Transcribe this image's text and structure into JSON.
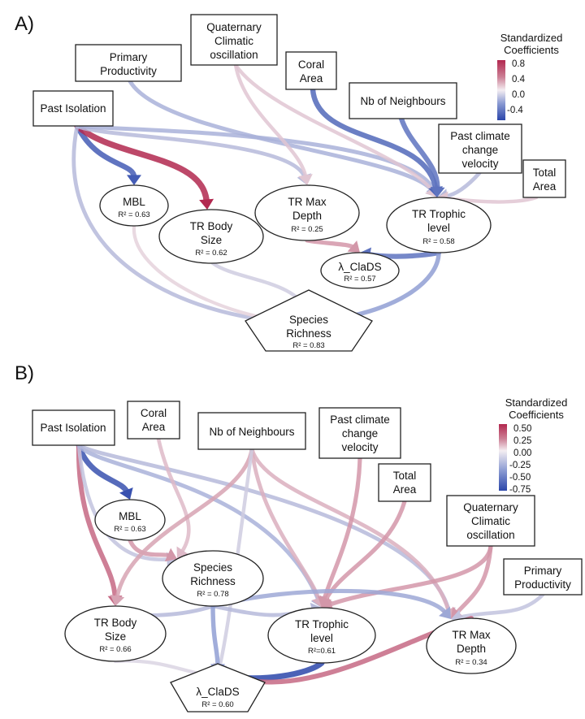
{
  "panels": [
    {
      "id": "A",
      "label": "A)",
      "legend": {
        "title": [
          "Standardized",
          "Coefficients"
        ],
        "ticks": [
          "0.8",
          "0.4",
          "0.0",
          "-0.4"
        ]
      },
      "nodes": [
        {
          "id": "PI",
          "shape": "box",
          "lines": [
            "Past Isolation"
          ],
          "r2": ""
        },
        {
          "id": "PP",
          "shape": "box",
          "lines": [
            "Primary",
            "Productivity"
          ],
          "r2": ""
        },
        {
          "id": "QC",
          "shape": "box",
          "lines": [
            "Quaternary",
            "Climatic",
            "oscillation"
          ],
          "r2": ""
        },
        {
          "id": "CA",
          "shape": "box",
          "lines": [
            "Coral",
            "Area"
          ],
          "r2": ""
        },
        {
          "id": "NN",
          "shape": "box",
          "lines": [
            "Nb of Neighbours"
          ],
          "r2": ""
        },
        {
          "id": "PC",
          "shape": "box",
          "lines": [
            "Past climate",
            "change",
            "velocity"
          ],
          "r2": ""
        },
        {
          "id": "TA",
          "shape": "box",
          "lines": [
            "Total",
            "Area"
          ],
          "r2": ""
        },
        {
          "id": "MBL",
          "shape": "ellipse",
          "lines": [
            "MBL"
          ],
          "r2": "R² = 0.63"
        },
        {
          "id": "BS",
          "shape": "ellipse",
          "lines": [
            "TR Body",
            "Size"
          ],
          "r2": "R² = 0.62"
        },
        {
          "id": "MD",
          "shape": "ellipse",
          "lines": [
            "TR Max",
            "Depth"
          ],
          "r2": "R² = 0.25"
        },
        {
          "id": "TL",
          "shape": "ellipse",
          "lines": [
            "TR Trophic",
            "level"
          ],
          "r2": "R² = 0.58"
        },
        {
          "id": "LC",
          "shape": "ellipse",
          "lines": [
            "λ_ClaDS"
          ],
          "r2": "R² = 0.57"
        },
        {
          "id": "SR",
          "shape": "pentagon",
          "lines": [
            "Species",
            "Richness"
          ],
          "r2": "R² = 0.83"
        }
      ],
      "edges": [
        {
          "from": "PI",
          "to": "MBL",
          "coef": -0.65
        },
        {
          "from": "PI",
          "to": "BS",
          "coef": 0.85
        },
        {
          "from": "PI",
          "to": "MD",
          "coef": -0.2
        },
        {
          "from": "PI",
          "to": "TL",
          "coef": -0.25
        },
        {
          "from": "PI",
          "to": "SR",
          "coef": -0.2
        },
        {
          "from": "PP",
          "to": "TL",
          "coef": -0.25
        },
        {
          "from": "QC",
          "to": "MD",
          "coef": 0.1
        },
        {
          "from": "QC",
          "to": "TL",
          "coef": 0.1
        },
        {
          "from": "CA",
          "to": "TL",
          "coef": -0.6
        },
        {
          "from": "NN",
          "to": "TL",
          "coef": -0.55
        },
        {
          "from": "PC",
          "to": "TL",
          "coef": -0.2
        },
        {
          "from": "TA",
          "to": "TL",
          "coef": 0.1
        },
        {
          "from": "MBL",
          "to": "SR",
          "coef": 0.05
        },
        {
          "from": "BS",
          "to": "SR",
          "coef": -0.1
        },
        {
          "from": "MD",
          "to": "LC",
          "coef": 0.3
        },
        {
          "from": "TL",
          "to": "LC",
          "coef": -0.55
        },
        {
          "from": "TL",
          "to": "SR",
          "coef": -0.35
        }
      ]
    },
    {
      "id": "B",
      "label": "B)",
      "legend": {
        "title": [
          "Standardized",
          "Coefficients"
        ],
        "ticks": [
          "0.50",
          "0.25",
          "0.00",
          "-0.25",
          "-0.50",
          "-0.75"
        ]
      },
      "nodes": [
        {
          "id": "PI",
          "shape": "box",
          "lines": [
            "Past Isolation"
          ],
          "r2": ""
        },
        {
          "id": "CA",
          "shape": "box",
          "lines": [
            "Coral",
            "Area"
          ],
          "r2": ""
        },
        {
          "id": "NN",
          "shape": "box",
          "lines": [
            "Nb of Neighbours"
          ],
          "r2": ""
        },
        {
          "id": "PC",
          "shape": "box",
          "lines": [
            "Past climate",
            "change",
            "velocity"
          ],
          "r2": ""
        },
        {
          "id": "TA",
          "shape": "box",
          "lines": [
            "Total",
            "Area"
          ],
          "r2": ""
        },
        {
          "id": "QC",
          "shape": "box",
          "lines": [
            "Quaternary",
            "Climatic",
            "oscillation"
          ],
          "r2": ""
        },
        {
          "id": "PP",
          "shape": "box",
          "lines": [
            "Primary",
            "Productivity"
          ],
          "r2": ""
        },
        {
          "id": "MBL",
          "shape": "ellipse",
          "lines": [
            "MBL"
          ],
          "r2": "R² = 0.63"
        },
        {
          "id": "SR",
          "shape": "ellipse",
          "lines": [
            "Species",
            "Richness"
          ],
          "r2": "R² = 0.78"
        },
        {
          "id": "BS",
          "shape": "ellipse",
          "lines": [
            "TR Body",
            "Size"
          ],
          "r2": "R² = 0.66"
        },
        {
          "id": "TL",
          "shape": "ellipse",
          "lines": [
            "TR Trophic",
            "level"
          ],
          "r2": "R²=0.61"
        },
        {
          "id": "MD",
          "shape": "ellipse",
          "lines": [
            "TR Max",
            "Depth"
          ],
          "r2": "R² = 0.34"
        },
        {
          "id": "LC",
          "shape": "pentagon",
          "lines": [
            "λ_ClaDS"
          ],
          "r2": "R² = 0.60"
        }
      ],
      "edges": [
        {
          "from": "PI",
          "to": "MBL",
          "coef": -0.7
        },
        {
          "from": "PI",
          "to": "BS",
          "coef": 0.5
        },
        {
          "from": "PI",
          "to": "SR",
          "coef": -0.15
        },
        {
          "from": "PI",
          "to": "TL",
          "coef": -0.25
        },
        {
          "from": "PI",
          "to": "MD",
          "coef": -0.2
        },
        {
          "from": "MBL",
          "to": "SR",
          "coef": 0.3
        },
        {
          "from": "CA",
          "to": "SR",
          "coef": 0.15
        },
        {
          "from": "NN",
          "to": "BS",
          "coef": 0.25
        },
        {
          "from": "NN",
          "to": "TL",
          "coef": 0.2
        },
        {
          "from": "NN",
          "to": "MD",
          "coef": 0.2
        },
        {
          "from": "NN",
          "to": "LC",
          "coef": -0.1
        },
        {
          "from": "PC",
          "to": "TL",
          "coef": 0.3
        },
        {
          "from": "TA",
          "to": "TL",
          "coef": 0.3
        },
        {
          "from": "QC",
          "to": "TL",
          "coef": 0.3
        },
        {
          "from": "QC",
          "to": "MD",
          "coef": 0.3
        },
        {
          "from": "PP",
          "to": "MD",
          "coef": -0.15
        },
        {
          "from": "SR",
          "to": "BS",
          "coef": -0.2
        },
        {
          "from": "SR",
          "to": "TL",
          "coef": -0.2
        },
        {
          "from": "SR",
          "to": "MD",
          "coef": -0.3
        },
        {
          "from": "SR",
          "to": "LC",
          "coef": -0.35
        },
        {
          "from": "BS",
          "to": "LC",
          "coef": -0.05
        },
        {
          "from": "TL",
          "to": "LC",
          "coef": -0.75
        },
        {
          "from": "MD",
          "to": "LC",
          "coef": 0.5
        }
      ]
    }
  ]
}
